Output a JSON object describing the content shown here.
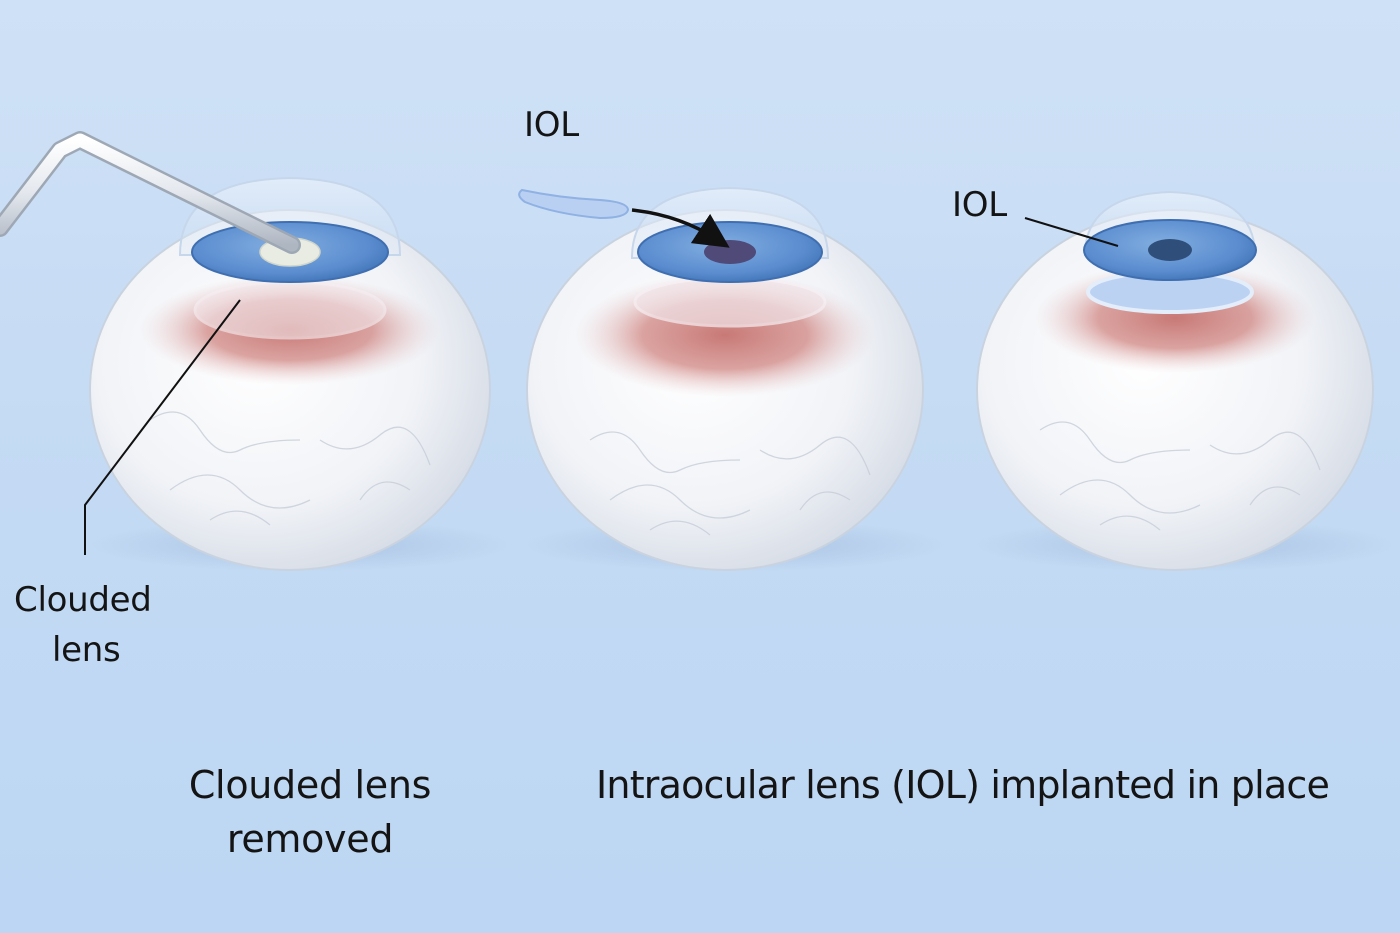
{
  "labels": {
    "clouded_lens": [
      "Clouded",
      "lens"
    ],
    "iol_top": "IOL",
    "iol_right": "IOL"
  },
  "captions": {
    "removed": [
      "Clouded lens",
      "removed"
    ],
    "implanted": "Intraocular lens (IOL) implanted in place"
  },
  "colors": {
    "background": "#c8ddf5",
    "sclera": "#f4f6f9",
    "ciliary_red": "#c8736f",
    "cornea_blue": "#5b8fd0",
    "pupil_dark": "#4a4f7a",
    "iol_blue": "#a9c6ee",
    "text": "#141414"
  }
}
